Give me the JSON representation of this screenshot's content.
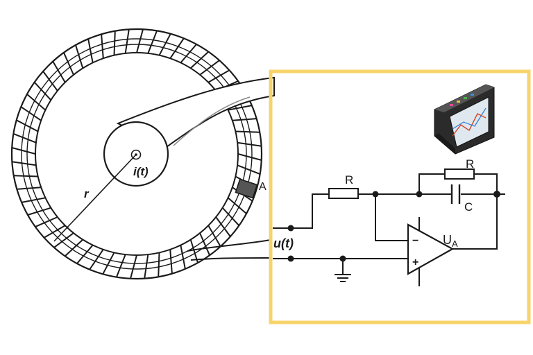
{
  "labels": {
    "current": "i(t)",
    "radius": "r",
    "area": "A",
    "voltage": "u(t)",
    "resistor_input": "R",
    "resistor_feedback": "R",
    "capacitor": "C",
    "opamp_minus": "−",
    "opamp_plus": "+",
    "output_base": "U",
    "output_sub": "A"
  },
  "colors": {
    "frame": "#f7d36b",
    "ink": "#1a1a1a",
    "device_body": "#2b2b2b",
    "device_screen": "#dfe8ee"
  },
  "icons": {
    "device": "oscilloscope-device-icon",
    "ground": "ground-icon"
  }
}
